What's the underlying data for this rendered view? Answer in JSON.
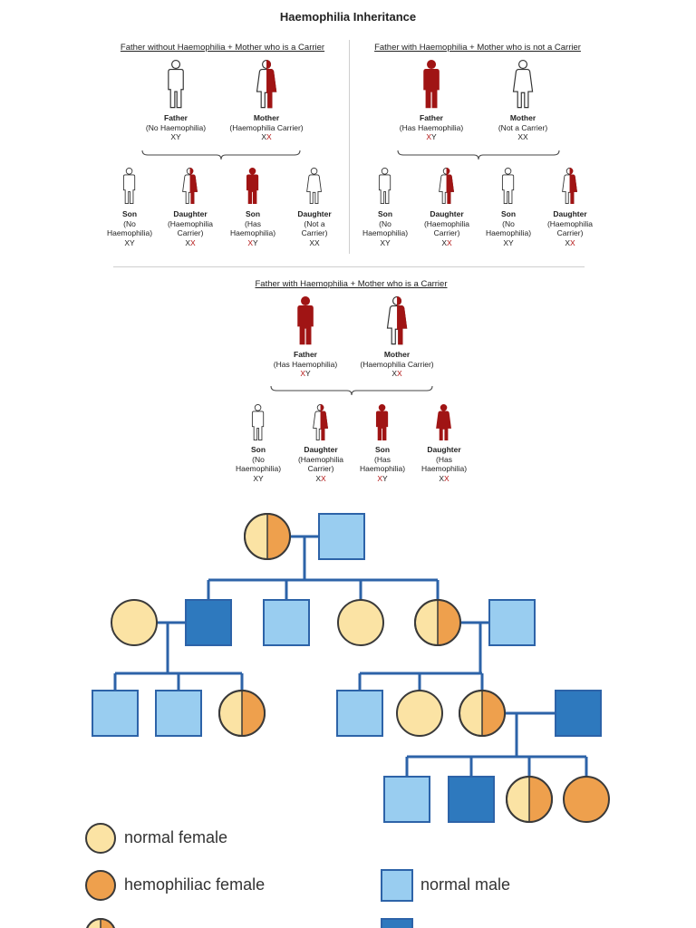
{
  "title": "Haemophilia Inheritance",
  "colors": {
    "affected": "#a01414",
    "outline": "#333333",
    "normal_female": "#fbe3a4",
    "hemophiliac_female": "#eea04d",
    "normal_male": "#99cdf0",
    "hemophiliac_male": "#2e79be",
    "line": "#2d63a8"
  },
  "panels": [
    {
      "heading": "Father without Haemophilia + Mother who is a Carrier",
      "parents": [
        {
          "name": "Father",
          "desc": "(No Haemophilia)",
          "geno_a": "XY",
          "geno_b": "",
          "icon": "male-normal"
        },
        {
          "name": "Mother",
          "desc": "(Haemophilia Carrier)",
          "geno_a": "X",
          "geno_b": "X",
          "icon": "female-carrier"
        }
      ],
      "children": [
        {
          "name": "Son",
          "desc": "(No\nHaemophilia)",
          "geno_a": "XY",
          "geno_b": "",
          "icon": "male-normal"
        },
        {
          "name": "Daughter",
          "desc": "(Haemophilia\nCarrier)",
          "geno_a": "X",
          "geno_b": "X",
          "icon": "female-carrier"
        },
        {
          "name": "Son",
          "desc": "(Has\nHaemophilia)",
          "geno_a": "X",
          "geno_b": "Y",
          "icon": "male-affected"
        },
        {
          "name": "Daughter",
          "desc": "(Not a\nCarrier)",
          "geno_a": "XX",
          "geno_b": "",
          "icon": "female-normal"
        }
      ]
    },
    {
      "heading": "Father with Haemophilia + Mother who is not a Carrier",
      "parents": [
        {
          "name": "Father",
          "desc": "(Has Haemophilia)",
          "geno_a": "X",
          "geno_b": "Y",
          "icon": "male-affected"
        },
        {
          "name": "Mother",
          "desc": "(Not a Carrier)",
          "geno_a": "XX",
          "geno_b": "",
          "icon": "female-normal"
        }
      ],
      "children": [
        {
          "name": "Son",
          "desc": "(No\nHaemophilia)",
          "geno_a": "XY",
          "geno_b": "",
          "icon": "male-normal"
        },
        {
          "name": "Daughter",
          "desc": "(Haemophilia\nCarrier)",
          "geno_a": "X",
          "geno_b": "X",
          "icon": "female-carrier"
        },
        {
          "name": "Son",
          "desc": "(No\nHaemophilia)",
          "geno_a": "XY",
          "geno_b": "",
          "icon": "male-normal"
        },
        {
          "name": "Daughter",
          "desc": "(Haemophilia\nCarrier)",
          "geno_a": "X",
          "geno_b": "X",
          "icon": "female-carrier"
        }
      ]
    },
    {
      "heading": "Father with Haemophilia + Mother who is a Carrier",
      "parents": [
        {
          "name": "Father",
          "desc": "(Has Haemophilia)",
          "geno_a": "X",
          "geno_b": "Y",
          "icon": "male-affected"
        },
        {
          "name": "Mother",
          "desc": "(Haemophilia Carrier)",
          "geno_a": "X",
          "geno_b": "X",
          "icon": "female-carrier"
        }
      ],
      "children": [
        {
          "name": "Son",
          "desc": "(No\nHaemophilia)",
          "geno_a": "XY",
          "geno_b": "",
          "icon": "male-normal"
        },
        {
          "name": "Daughter",
          "desc": "(Haemophilia\nCarrier)",
          "geno_a": "X",
          "geno_b": "X",
          "icon": "female-carrier"
        },
        {
          "name": "Son",
          "desc": "(Has\nHaemophilia)",
          "geno_a": "X",
          "geno_b": "Y",
          "icon": "male-affected"
        },
        {
          "name": "Daughter",
          "desc": "(Has\nHaemophilia)",
          "geno_a": "X",
          "geno_b": "X",
          "icon": "female-affected"
        }
      ]
    }
  ],
  "pedigree": {
    "nodes": [
      {
        "id": "g1f",
        "shape": "circle",
        "status": "carrier-female"
      },
      {
        "id": "g1m",
        "shape": "square",
        "status": "normal-male"
      },
      {
        "id": "g2a",
        "shape": "circle",
        "status": "normal-female"
      },
      {
        "id": "g2b",
        "shape": "square",
        "status": "hemophiliac-male"
      },
      {
        "id": "g2c",
        "shape": "square",
        "status": "normal-male"
      },
      {
        "id": "g2d",
        "shape": "circle",
        "status": "normal-female"
      },
      {
        "id": "g2e",
        "shape": "circle",
        "status": "carrier-female"
      },
      {
        "id": "g2f",
        "shape": "square",
        "status": "normal-male"
      },
      {
        "id": "g3a",
        "shape": "square",
        "status": "normal-male"
      },
      {
        "id": "g3b",
        "shape": "square",
        "status": "normal-male"
      },
      {
        "id": "g3c",
        "shape": "circle",
        "status": "carrier-female"
      },
      {
        "id": "g3d",
        "shape": "square",
        "status": "normal-male"
      },
      {
        "id": "g3e",
        "shape": "circle",
        "status": "normal-female"
      },
      {
        "id": "g3f",
        "shape": "circle",
        "status": "carrier-female"
      },
      {
        "id": "g3g",
        "shape": "square",
        "status": "hemophiliac-male"
      },
      {
        "id": "g4a",
        "shape": "square",
        "status": "normal-male"
      },
      {
        "id": "g4b",
        "shape": "square",
        "status": "hemophiliac-male"
      },
      {
        "id": "g4c",
        "shape": "circle",
        "status": "carrier-female"
      },
      {
        "id": "g4d",
        "shape": "circle",
        "status": "hemophiliac-female"
      }
    ]
  },
  "legend": {
    "normal_female": "normal female",
    "hemophiliac_female": "hemophiliac female",
    "normal_male": "normal male"
  }
}
